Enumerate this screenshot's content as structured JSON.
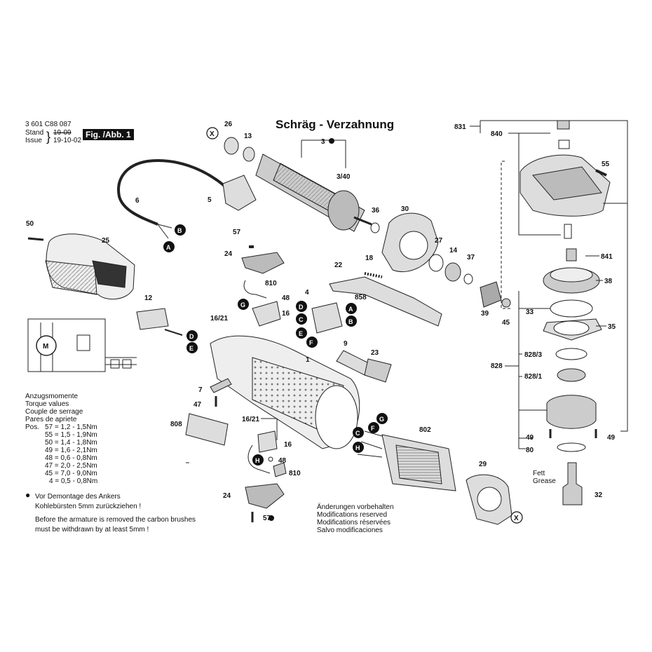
{
  "header": {
    "part_number": "3 601 C88 087",
    "stand_label": "Stand",
    "issue_label": "Issue",
    "stand_value": "19-09",
    "issue_value": "19-10-02",
    "fig_label": "Fig. /Abb. 1",
    "title": "Schräg - Verzahnung"
  },
  "torque": {
    "titles": [
      "Anzugsmomente",
      "Torque values",
      "Couple de serrage",
      "Pares de apriete"
    ],
    "pos_label": "Pos.",
    "rows": [
      "57 = 1,2  -  1,5Nm",
      "55 = 1,5  -  1,9Nm",
      "50 = 1,4  -  1,8Nm",
      "49 = 1,6  -  2,1Nm",
      "48 = 0,6  -  0,8Nm",
      "47 = 2,0  -  2,5Nm",
      "45 = 7,0  -  9,0Nm",
      "4 = 0,5  -  0,8Nm"
    ]
  },
  "notes": {
    "line1": "Vor Demontage des Ankers",
    "line2": "Kohlebürsten 5mm zurückziehen !",
    "line3": "Before the armature is removed the carbon brushes",
    "line4": "must be withdrawn by at least 5mm !",
    "mods": [
      "Änderungen vorbehalten",
      "Modifications reserved",
      "Modifications réservées",
      "Salvo modificaciones"
    ],
    "fett": "Fett",
    "grease": "Grease"
  },
  "labels": {
    "p3": "3",
    "p3_40": "3/40",
    "p26": "26",
    "p13": "13",
    "p5": "5",
    "p6": "6",
    "p50": "50",
    "p25": "25",
    "p57a": "57",
    "p24a": "24",
    "p810a": "810",
    "p48a": "48",
    "p16_21a": "16/21",
    "p16a": "16",
    "p4": "4",
    "p858": "858",
    "p22": "22",
    "p18": "18",
    "p36": "36",
    "p30": "30",
    "p27": "27",
    "p14": "14",
    "p37": "37",
    "p39": "39",
    "p45": "45",
    "p12": "12",
    "p1": "1",
    "p9": "9",
    "p23": "23",
    "p7": "7",
    "p47": "47",
    "p808": "808",
    "p16_21b": "16/21",
    "p16b": "16",
    "p48b": "48",
    "p810b": "810",
    "p24b": "24",
    "p57b": "57",
    "p802": "802",
    "p29": "29",
    "p831": "831",
    "p840": "840",
    "p55": "55",
    "p841": "841",
    "p38": "38",
    "p33": "33",
    "p35": "35",
    "p828": "828",
    "p828_3": "828/3",
    "p828_1": "828/1",
    "p49a": "49",
    "p49b": "49",
    "p80": "80",
    "p32": "32",
    "motor": "M"
  },
  "markers": {
    "A": "A",
    "B": "B",
    "C": "C",
    "D": "D",
    "E": "E",
    "F": "F",
    "G": "G",
    "H": "H",
    "X": "X"
  }
}
